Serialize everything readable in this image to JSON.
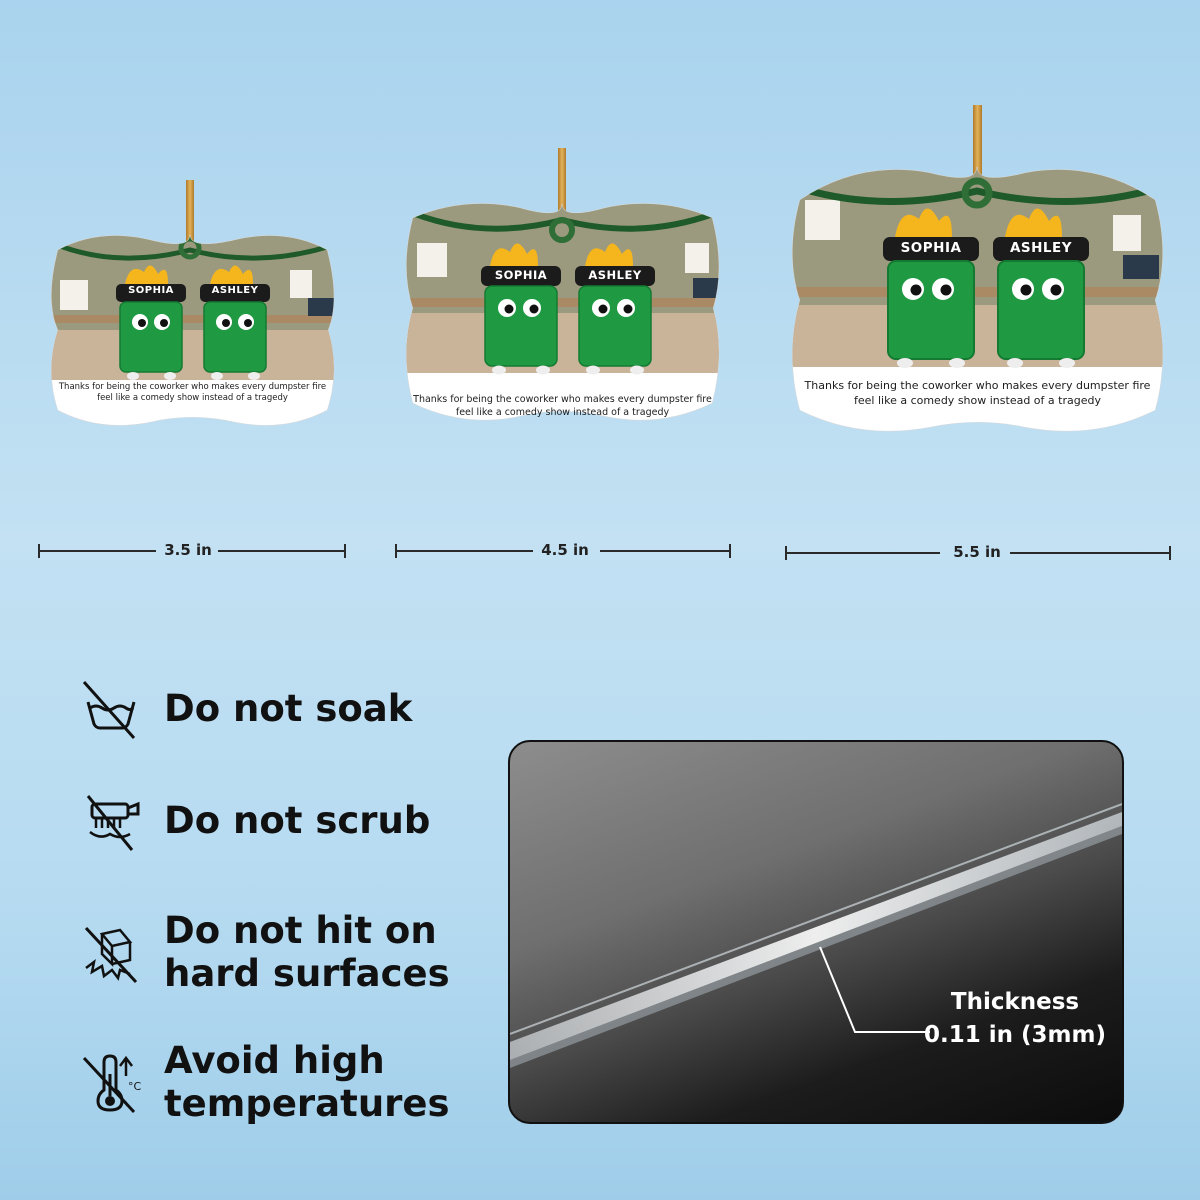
{
  "ornaments": [
    {
      "name_left": "SOPHIA",
      "name_right": "ASHLEY",
      "caption_line1": "Thanks for being the coworker who makes every dumpster fire",
      "caption_line2": "feel like a comedy show instead of a tragedy",
      "size_label": "3.5 in"
    },
    {
      "name_left": "SOPHIA",
      "name_right": "ASHLEY",
      "caption_line1": "Thanks for being the coworker who makes every dumpster fire",
      "caption_line2": "feel like a comedy show instead of a tragedy",
      "size_label": "4.5 in"
    },
    {
      "name_left": "SOPHIA",
      "name_right": "ASHLEY",
      "caption_line1": "Thanks for being the coworker who makes every dumpster fire",
      "caption_line2": "feel like a comedy show instead of a tragedy",
      "size_label": "5.5 in"
    }
  ],
  "care_instructions": [
    {
      "label_line1": "Do not soak",
      "label_line2": "",
      "icon": "no-soak-icon"
    },
    {
      "label_line1": "Do not scrub",
      "label_line2": "",
      "icon": "no-scrub-icon"
    },
    {
      "label_line1": "Do not hit on",
      "label_line2": "hard surfaces",
      "icon": "no-hit-icon"
    },
    {
      "label_line1": "Avoid high",
      "label_line2": "temperatures",
      "icon": "no-heat-icon"
    }
  ],
  "thickness": {
    "label": "Thickness",
    "value": "0.11 in (3mm)"
  },
  "colors": {
    "background": "#b6dbf1",
    "bin_green": "#1f9a43",
    "flame": "#f4b51d",
    "lid": "#1b1b1b",
    "text": "#111111"
  }
}
